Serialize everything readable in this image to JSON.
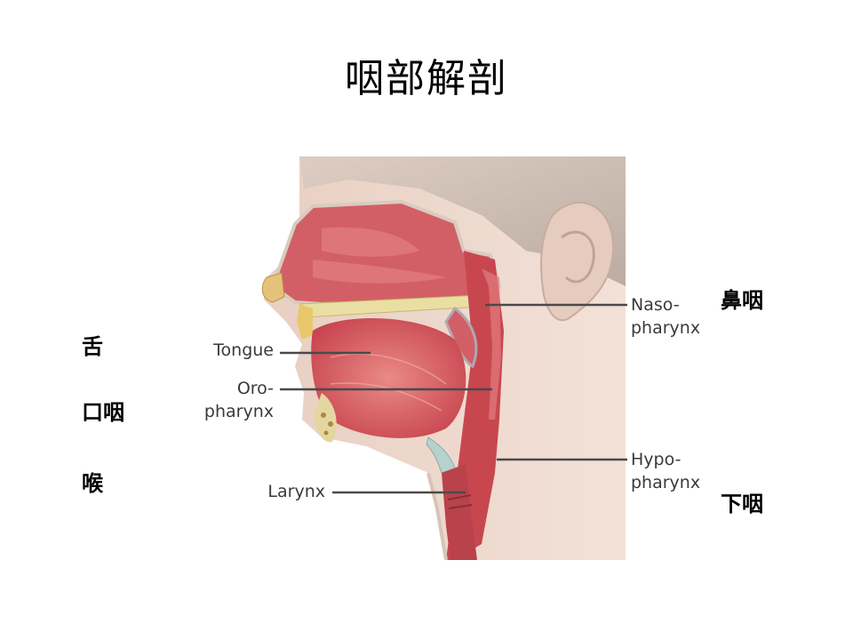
{
  "slide": {
    "title": "咽部解剖"
  },
  "annotations_zh": {
    "tongue": "舌",
    "oropharynx": "口咽",
    "larynx": "喉",
    "nasopharynx": "鼻咽",
    "hypopharynx": "下咽"
  },
  "figure": {
    "labels": {
      "tongue": "Tongue",
      "oro_line1": "Oro-",
      "oro_line2": "pharynx",
      "larynx": "Larynx",
      "naso_line1": "Naso-",
      "naso_line2": "pharynx",
      "hypo_line1": "Hypo-",
      "hypo_line2": "pharynx"
    },
    "colors": {
      "skin": "#efd9cc",
      "hair": "#b8aaa0",
      "tissue": "#d9656a",
      "tissue_dark": "#b33b45",
      "bone": "#e9dca0",
      "leader_line": "#4a4a4a"
    }
  }
}
